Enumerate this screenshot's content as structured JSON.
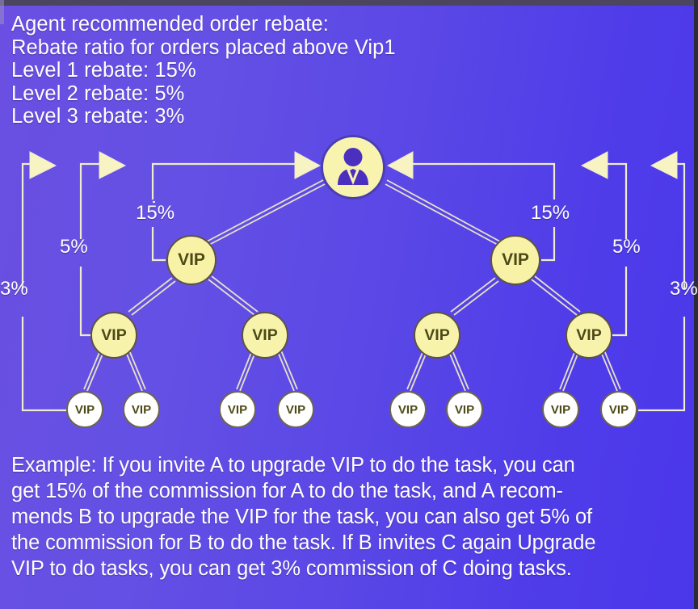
{
  "header": {
    "lines": [
      "Agent recommended order rebate:",
      "Rebate ratio for orders placed above Vip1",
      "Level 1 rebate: 15%",
      "Level 2 rebate: 5%",
      "Level 3 rebate: 3%"
    ]
  },
  "diagram": {
    "root_label": "",
    "root_icon": "user-avatar-icon",
    "node_label": "VIP",
    "nodes": {
      "left": {
        "level1": "VIP",
        "level2": [
          "VIP",
          "VIP"
        ],
        "level3": [
          "VIP",
          "VIP",
          "VIP",
          "VIP"
        ]
      },
      "right": {
        "level1": "VIP",
        "level2": [
          "VIP",
          "VIP"
        ],
        "level3": [
          "VIP",
          "VIP",
          "VIP",
          "VIP"
        ]
      }
    },
    "rate_labels": {
      "left_level1": "15%",
      "left_level2": "5%",
      "left_level3": "3%",
      "right_level1": "15%",
      "right_level2": "5%",
      "right_level3": "3%"
    }
  },
  "footer": {
    "lines": [
      "Example: If you invite A to upgrade VIP to do the task, you can",
      "get 15% of the commission for A to do the task, and A recom-",
      "mends B to upgrade the VIP for the task, you can also get 5% of",
      "the commission for B to do the task. If B invites C again Upgrade",
      "VIP to do tasks, you can get 3% commission of C doing tasks."
    ]
  },
  "colors": {
    "background_left": "#6a4fe2",
    "background_right": "#4a37ea",
    "node_level1": "#f7f2a6",
    "node_level2": "#f8f3ab",
    "node_level3": "#ffffff",
    "node_text": "#4d4a16",
    "connector": "#efeccd",
    "text": "#ffffff"
  }
}
